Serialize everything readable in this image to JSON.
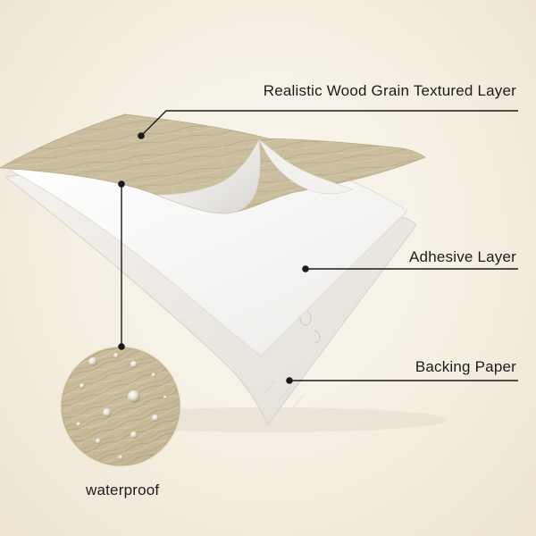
{
  "labels": {
    "wood_layer": "Realistic Wood Grain Textured Layer",
    "adhesive_layer": "Adhesive Layer",
    "backing_paper": "Backing Paper",
    "waterproof": "waterproof"
  },
  "colors": {
    "background": "#f5efe2",
    "wood": "#cbbf9f",
    "adhesive": "#f6f6f4",
    "backing": "#ebe8e2",
    "leader": "#1a1a1a"
  }
}
